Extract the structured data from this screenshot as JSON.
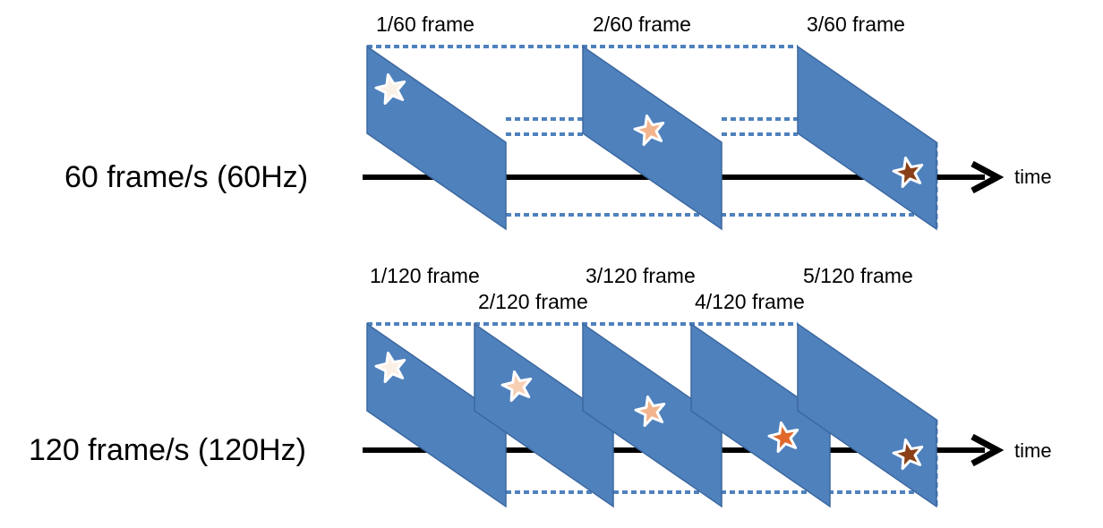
{
  "colors": {
    "frame_fill": "#4f81bd",
    "frame_stroke": "#3c68a0",
    "dotted_outline": "#4f81bd",
    "arrow": "#000000",
    "star_outline": "#ffffff"
  },
  "rows": [
    {
      "label": "60 frame/s (60Hz)",
      "time_label": "time",
      "frames": [
        {
          "label": "1/60 frame",
          "star_color": "#fbf0e6"
        },
        {
          "label": "2/60 frame",
          "star_color": "#f2b48c"
        },
        {
          "label": "3/60 frame",
          "star_color": "#8b3f16"
        }
      ]
    },
    {
      "label": "120 frame/s (120Hz)",
      "time_label": "time",
      "frames": [
        {
          "label": "1/120 frame",
          "star_color": "#fbf0e6"
        },
        {
          "label": "2/120 frame",
          "star_color": "#f7d0b4"
        },
        {
          "label": "3/120 frame",
          "star_color": "#f2b48c"
        },
        {
          "label": "4/120 frame",
          "star_color": "#e0682a"
        },
        {
          "label": "5/120 frame",
          "star_color": "#8b3f16"
        }
      ]
    }
  ]
}
